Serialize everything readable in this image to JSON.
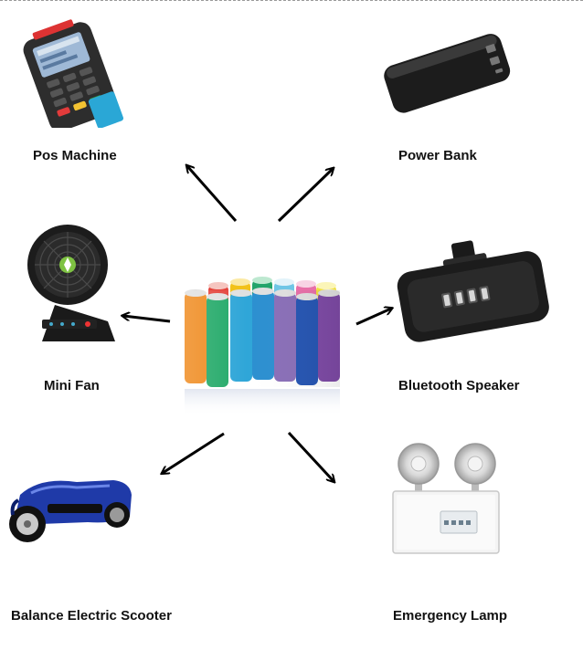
{
  "center": {
    "icon": "lithium-battery-cells-icon"
  },
  "items": [
    {
      "key": "pos",
      "label": "Pos Machine",
      "icon": "pos-machine-icon"
    },
    {
      "key": "power",
      "label": "Power Bank",
      "icon": "power-bank-icon"
    },
    {
      "key": "fan",
      "label": "Mini Fan",
      "icon": "mini-fan-icon"
    },
    {
      "key": "speaker",
      "label": "Bluetooth Speaker",
      "icon": "bluetooth-speaker-icon"
    },
    {
      "key": "scooter",
      "label": "Balance Electric Scooter",
      "icon": "balance-scooter-icon"
    },
    {
      "key": "lamp",
      "label": "Emergency Lamp",
      "icon": "emergency-lamp-icon"
    }
  ]
}
